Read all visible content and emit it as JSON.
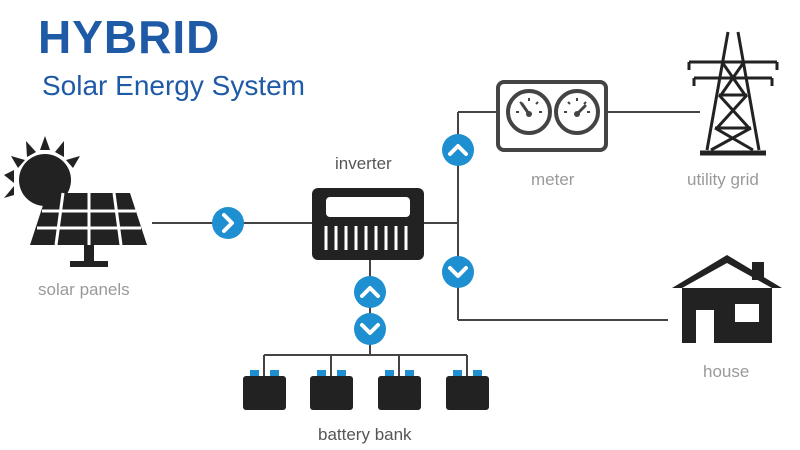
{
  "header": {
    "title": "HYBRID",
    "subtitle": "Solar Energy System"
  },
  "nodes": {
    "solar_panels": "solar panels",
    "inverter": "inverter",
    "meter": "meter",
    "utility_grid": "utility grid",
    "house": "house",
    "battery_bank": "battery bank"
  },
  "colors": {
    "title": "#1f5aa6",
    "arrow_badge": "#1e8fd0",
    "icon": "#222222",
    "line": "#444444",
    "label": "#9a9a9a"
  },
  "icons": {
    "arrow_right": "chevron-right-icon",
    "arrow_up": "chevron-up-icon",
    "arrow_down": "chevron-down-icon"
  }
}
